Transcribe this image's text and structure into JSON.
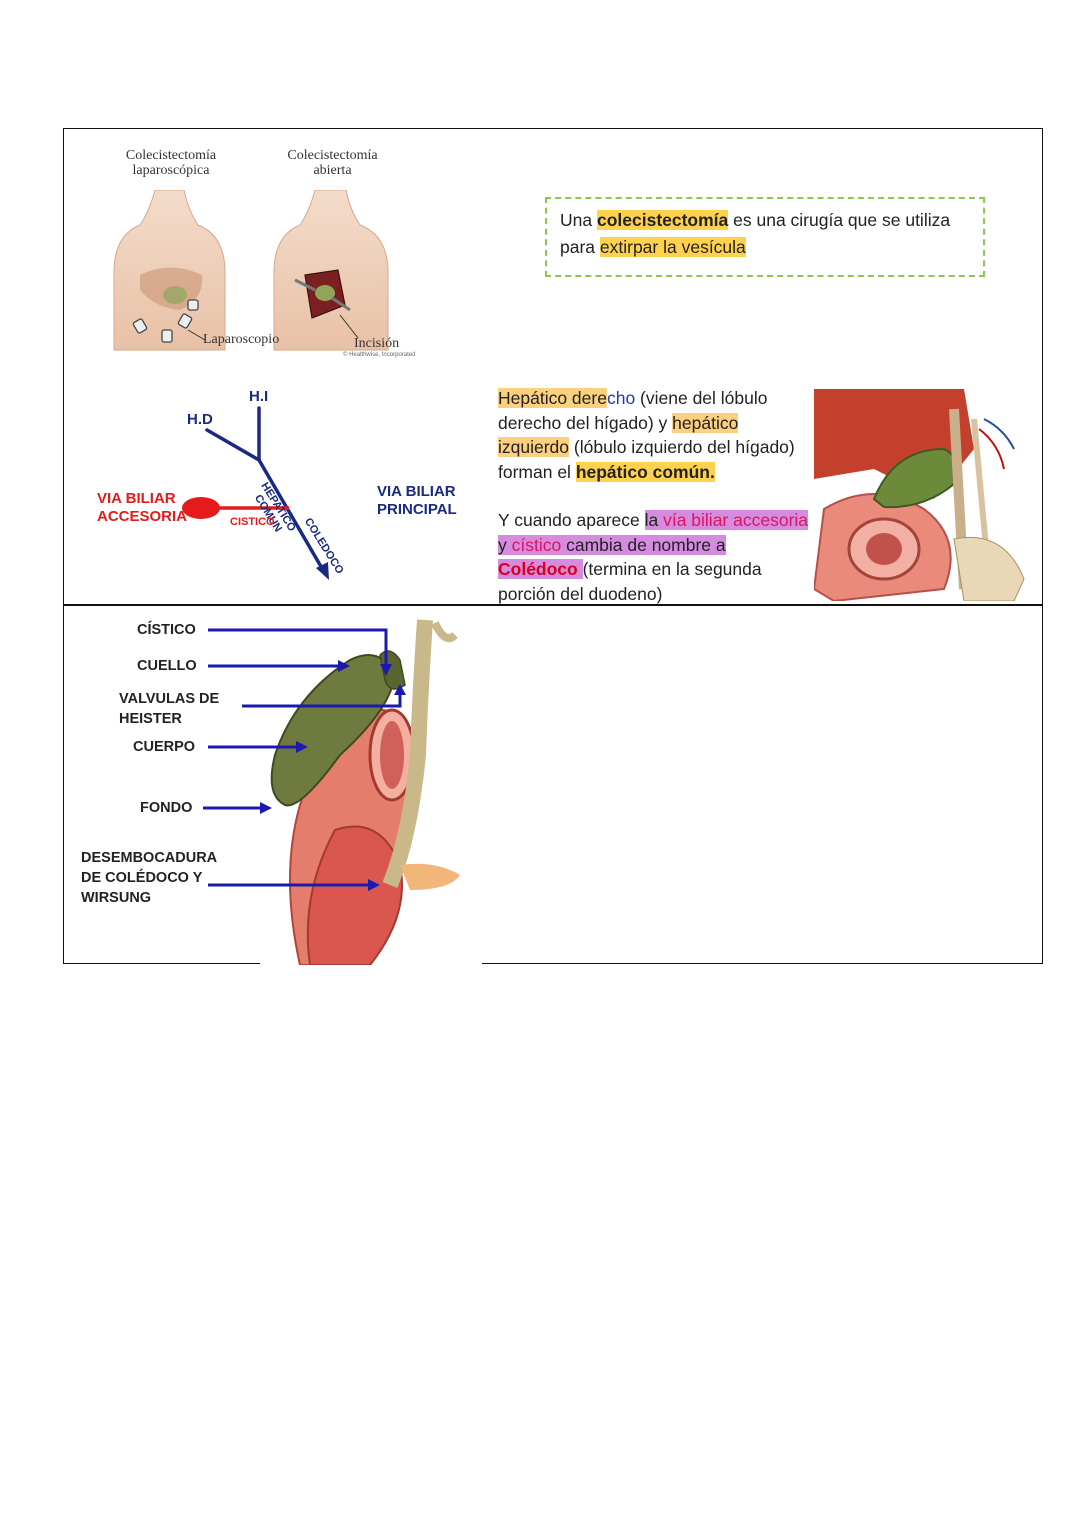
{
  "top": {
    "lap_title": "Colecistectomía laparoscópica",
    "open_title": "Colecistectomía abierta",
    "laparoscopio": "Laparoscopio",
    "incision": "Incisión",
    "credit": "© Healthwise, Incorporated",
    "def_parts": [
      "Una ",
      "colecistectomía",
      " es una cirugía que se utiliza para ",
      "extirpar la vesícula"
    ]
  },
  "diagram": {
    "hi": "H.I",
    "hd": "H.D",
    "hepatico_comun": "HEPATICO COMUN",
    "coledoco": "COLEDOCO",
    "cistico": "CISTICO",
    "via_accesoria": "VIA BILIAR ACCESORIA",
    "via_principal": "VIA BILIAR PRINCIPAL"
  },
  "para1": [
    "Hepático dere",
    "cho",
    " (viene del lóbulo derecho del hígado) y ",
    "hepático izquierdo",
    " (lóbulo izquierdo del hígado) forman el ",
    "hepático común."
  ],
  "para2": [
    "Y cuando aparece ",
    "la ",
    "vía biliar accesoria",
    " y ",
    "cístico",
    " cambia de nombre a ",
    "Colédoco",
    " ",
    "(termina en la segunda porción del duodeno)"
  ],
  "anatomy": {
    "cistico": "CÍSTICO",
    "cuello": "CUELLO",
    "valvulas": "VALVULAS DE HEISTER",
    "cuerpo": "CUERPO",
    "fondo": "FONDO",
    "desembocadura": "DESEMBOCADURA DE COLÉDOCO Y WIRSUNG"
  },
  "colors": {
    "highlight_yellow": "#ffd24d",
    "highlight_purple": "#d58be0",
    "box_border": "#8cc84b",
    "arrow_blue": "#1a1ab0",
    "diagram_navy": "#1a2a80",
    "diagram_red": "#e51b1b"
  }
}
